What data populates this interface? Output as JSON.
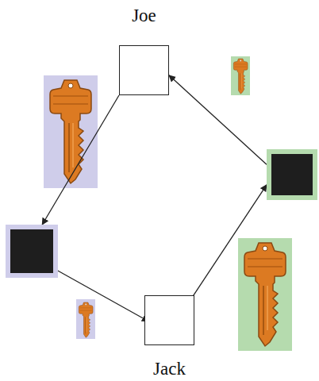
{
  "diagram": {
    "nodes": [
      {
        "text": [
          "Joe"
        ]
      },
      {
        "text": []
      },
      {
        "text": []
      },
      {
        "text": [
          "Jack"
        ]
      }
    ],
    "edges": [
      {
        "from": 0,
        "to": 2,
        "arrow": "to"
      },
      {
        "from": 2,
        "to": 3,
        "arrow": "to"
      },
      {
        "from": 3,
        "to": 1,
        "arrow": "to"
      },
      {
        "from": 1,
        "to": 0,
        "arrow": "to"
      }
    ]
  }
}
